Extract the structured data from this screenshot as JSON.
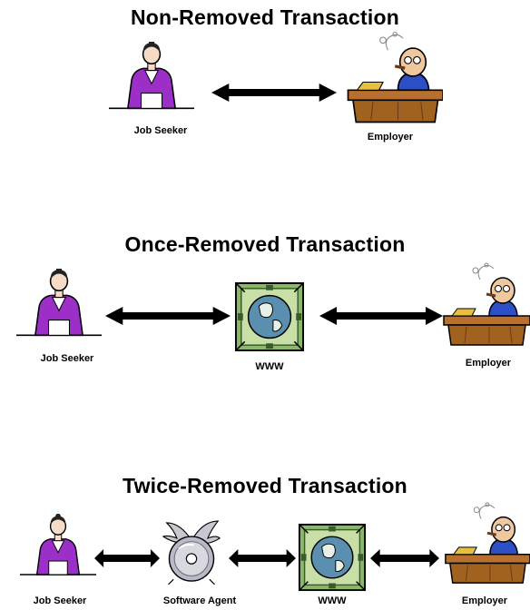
{
  "sections": [
    {
      "title": "Non-Removed Transaction",
      "labels": {
        "job_seeker": "Job Seeker",
        "employer": "Employer"
      }
    },
    {
      "title": "Once-Removed Transaction",
      "labels": {
        "job_seeker": "Job Seeker",
        "www": "WWW",
        "employer": "Employer"
      }
    },
    {
      "title": "Twice-Removed Transaction",
      "labels": {
        "job_seeker": "Job Seeker",
        "software_agent": "Software Agent",
        "www": "WWW",
        "employer": "Employer"
      }
    }
  ],
  "colors": {
    "seeker_outfit": "#9b2fc8",
    "desk": "#a0621e",
    "globe_frame": "#6a9a4a",
    "globe_ocean": "#5a8fb0",
    "arrow": "#000000"
  },
  "icons": [
    "job-seeker-icon",
    "employer-icon",
    "www-globe-icon",
    "software-agent-icon",
    "double-arrow-icon"
  ]
}
